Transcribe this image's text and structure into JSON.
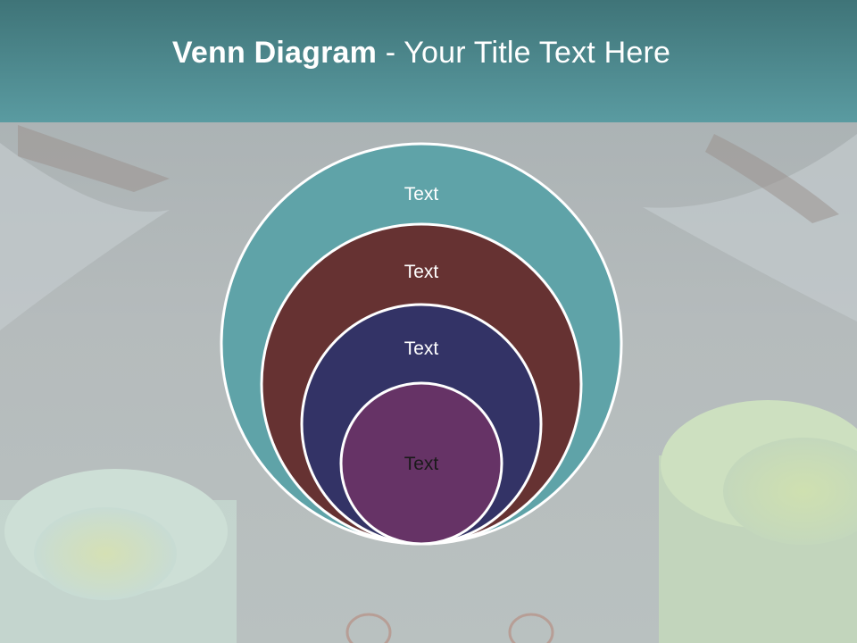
{
  "slide": {
    "title_bold": "Venn Diagram",
    "title_rest": " - Your Title Text Here"
  },
  "colors": {
    "header_top": "#3f7478",
    "header_bottom": "#5a9ba1",
    "ring_outer": "#5fa3a8",
    "ring_second": "#663232",
    "ring_third": "#333366",
    "ring_inner": "#663366"
  },
  "venn": {
    "circles": [
      {
        "label": "Text",
        "fill": "#5fa3a8",
        "text_color": "#ffffff"
      },
      {
        "label": "Text",
        "fill": "#663232",
        "text_color": "#ffffff"
      },
      {
        "label": "Text",
        "fill": "#333366",
        "text_color": "#ffffff"
      },
      {
        "label": "Text",
        "fill": "#663366",
        "text_color": "#1a1a1a"
      }
    ]
  }
}
